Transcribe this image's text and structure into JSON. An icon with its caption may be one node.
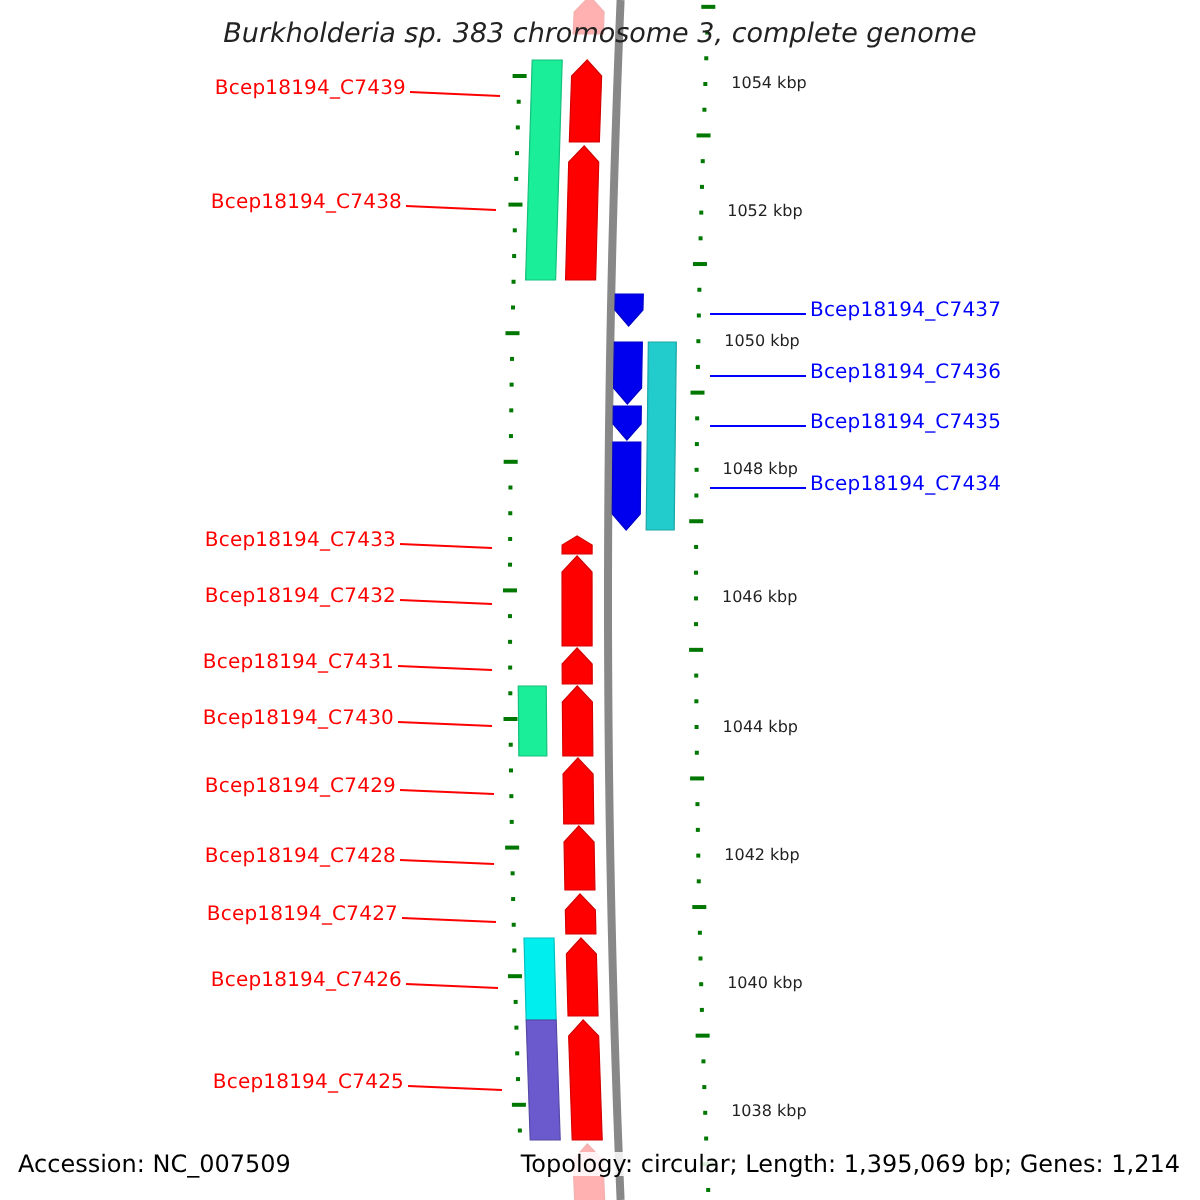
{
  "diagram": {
    "title": "Burkholderia sp. 383 chromosome 3, complete genome",
    "nodes": [
      {
        "text": [
          "Bcep18194_C7439"
        ]
      },
      {
        "text": [
          "Bcep18194_C7438"
        ]
      },
      {
        "text": [
          "Bcep18194_C7437"
        ]
      },
      {
        "text": [
          "Bcep18194_C7436"
        ]
      },
      {
        "text": [
          "Bcep18194_C7435"
        ]
      },
      {
        "text": [
          "Bcep18194_C7434"
        ]
      },
      {
        "text": [
          "Bcep18194_C7433"
        ]
      },
      {
        "text": [
          "Bcep18194_C7432"
        ]
      },
      {
        "text": [
          "Bcep18194_C7431"
        ]
      },
      {
        "text": [
          "Bcep18194_C7430"
        ]
      },
      {
        "text": [
          "Bcep18194_C7429"
        ]
      },
      {
        "text": [
          "Bcep18194_C7428"
        ]
      },
      {
        "text": [
          "Bcep18194_C7427"
        ]
      },
      {
        "text": [
          "Bcep18194_C7426"
        ]
      },
      {
        "text": [
          "Bcep18194_C7425"
        ]
      }
    ],
    "edges": [
      {
        "from": 0,
        "to": null,
        "arrow": "none"
      },
      {
        "from": 1,
        "to": null,
        "arrow": "none"
      },
      {
        "from": 2,
        "to": null,
        "arrow": "none",
        "color": "#0000ff"
      },
      {
        "from": 3,
        "to": null,
        "arrow": "none",
        "color": "#0000ff"
      },
      {
        "from": 4,
        "to": null,
        "arrow": "none",
        "color": "#0000ff"
      },
      {
        "from": 5,
        "to": null,
        "arrow": "none",
        "color": "#0000ff"
      },
      {
        "from": 6,
        "to": null,
        "arrow": "none"
      },
      {
        "from": 7,
        "to": null,
        "arrow": "none"
      },
      {
        "from": 8,
        "to": null,
        "arrow": "none"
      },
      {
        "from": 9,
        "to": null,
        "arrow": "none"
      },
      {
        "from": 10,
        "to": null,
        "arrow": "none"
      },
      {
        "from": 11,
        "to": null,
        "arrow": "none"
      },
      {
        "from": 12,
        "to": null,
        "arrow": "none"
      },
      {
        "from": 13,
        "to": null,
        "arrow": "none"
      },
      {
        "from": 14,
        "to": null,
        "arrow": "none"
      }
    ],
    "labels": [
      "1054 kbp",
      "1052 kbp",
      "1050 kbp",
      "1048 kbp",
      "1046 kbp",
      "1044 kbp",
      "1042 kbp",
      "1040 kbp",
      "1038 kbp",
      "Accession: NC_007509",
      "Topology: circular; Length: 1,395,069 bp; Genes: 1,214"
    ]
  }
}
